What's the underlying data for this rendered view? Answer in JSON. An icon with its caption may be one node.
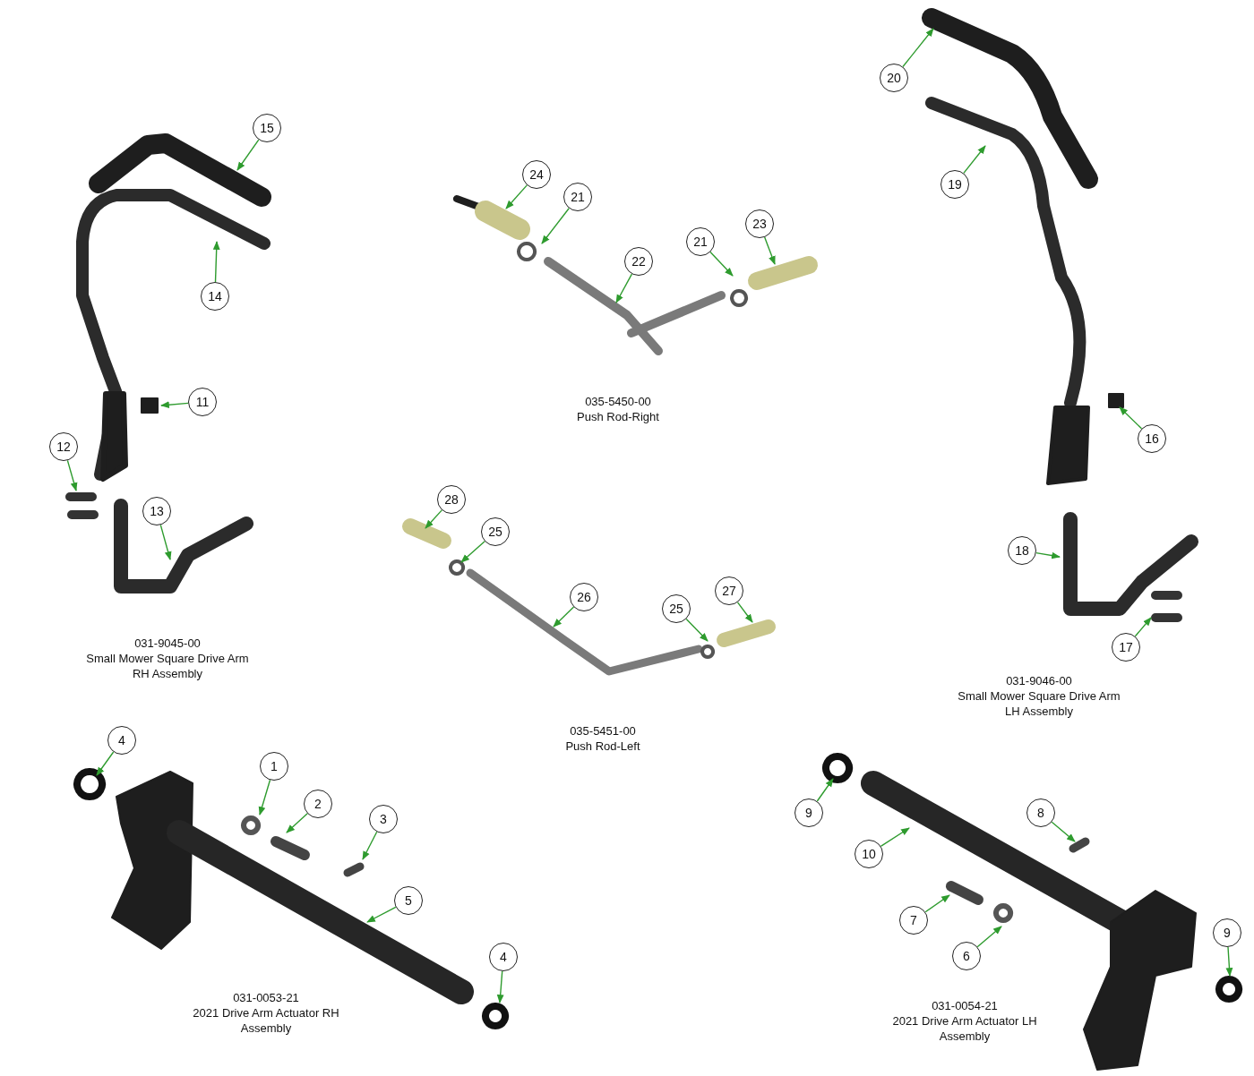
{
  "diagram": {
    "nodes": [
      {
        "text": [
          "20"
        ]
      },
      {
        "text": [
          "15"
        ]
      },
      {
        "text": [
          "24"
        ]
      },
      {
        "text": [
          "21"
        ]
      },
      {
        "text": [
          "23"
        ]
      },
      {
        "text": [
          "21"
        ]
      },
      {
        "text": [
          "19"
        ]
      },
      {
        "text": [
          "22"
        ]
      },
      {
        "text": [
          "14"
        ]
      },
      {
        "text": [
          "11"
        ]
      },
      {
        "text": [
          "16"
        ]
      },
      {
        "text": [
          "12"
        ]
      },
      {
        "text": [
          "28"
        ]
      },
      {
        "text": [
          "13"
        ]
      },
      {
        "text": [
          "25"
        ]
      },
      {
        "text": [
          "18"
        ]
      },
      {
        "text": [
          "27"
        ]
      },
      {
        "text": [
          "26"
        ]
      },
      {
        "text": [
          "25"
        ]
      },
      {
        "text": [
          "17"
        ]
      },
      {
        "text": [
          "4"
        ]
      },
      {
        "text": [
          "1"
        ]
      },
      {
        "text": [
          "2"
        ]
      },
      {
        "text": [
          "9"
        ]
      },
      {
        "text": [
          "8"
        ]
      },
      {
        "text": [
          "3"
        ]
      },
      {
        "text": [
          "10"
        ]
      },
      {
        "text": [
          "5"
        ]
      },
      {
        "text": [
          "7"
        ]
      },
      {
        "text": [
          "9"
        ]
      },
      {
        "text": [
          "4"
        ]
      },
      {
        "text": [
          "6"
        ]
      }
    ],
    "edges": [
      {
        "from": 0,
        "to": null,
        "arrow": "to"
      },
      {
        "from": 1,
        "to": null,
        "arrow": "to"
      },
      {
        "from": 2,
        "to": null,
        "arrow": "to"
      },
      {
        "from": 3,
        "to": null,
        "arrow": "to"
      },
      {
        "from": 4,
        "to": null,
        "arrow": "to"
      },
      {
        "from": 5,
        "to": null,
        "arrow": "to"
      },
      {
        "from": 6,
        "to": null,
        "arrow": "to"
      },
      {
        "from": 7,
        "to": null,
        "arrow": "to"
      },
      {
        "from": 8,
        "to": null,
        "arrow": "to"
      },
      {
        "from": 9,
        "to": null,
        "arrow": "to"
      },
      {
        "from": 10,
        "to": null,
        "arrow": "to"
      },
      {
        "from": 11,
        "to": null,
        "arrow": "to"
      },
      {
        "from": 12,
        "to": null,
        "arrow": "to"
      },
      {
        "from": 13,
        "to": null,
        "arrow": "to"
      },
      {
        "from": 14,
        "to": null,
        "arrow": "to"
      },
      {
        "from": 15,
        "to": null,
        "arrow": "to"
      },
      {
        "from": 16,
        "to": null,
        "arrow": "to"
      },
      {
        "from": 17,
        "to": null,
        "arrow": "to"
      },
      {
        "from": 18,
        "to": null,
        "arrow": "to"
      },
      {
        "from": 19,
        "to": null,
        "arrow": "to"
      },
      {
        "from": 20,
        "to": null,
        "arrow": "to"
      },
      {
        "from": 21,
        "to": null,
        "arrow": "to"
      },
      {
        "from": 22,
        "to": null,
        "arrow": "to"
      },
      {
        "from": 23,
        "to": null,
        "arrow": "to"
      },
      {
        "from": 24,
        "to": null,
        "arrow": "to"
      },
      {
        "from": 25,
        "to": null,
        "arrow": "to"
      },
      {
        "from": 26,
        "to": null,
        "arrow": "to"
      },
      {
        "from": 27,
        "to": null,
        "arrow": "to"
      },
      {
        "from": 28,
        "to": null,
        "arrow": "to"
      },
      {
        "from": 29,
        "to": null,
        "arrow": "to"
      },
      {
        "from": 30,
        "to": null,
        "arrow": "to"
      },
      {
        "from": 31,
        "to": null,
        "arrow": "to"
      }
    ],
    "labels": [
      "035-5450-00",
      "Push Rod-Right",
      "031-9045-00",
      "Small Mower Square Drive Arm RH Assembly",
      "031-9046-00",
      "Small Mower Square Drive Arm LH Assembly",
      "035-5451-00",
      "Push Rod-Left",
      "031-0053-21",
      "2021 Drive Arm Actuator RH Assembly",
      "031-0054-21",
      "2021 Drive Arm Actuator LH Assembly"
    ]
  }
}
